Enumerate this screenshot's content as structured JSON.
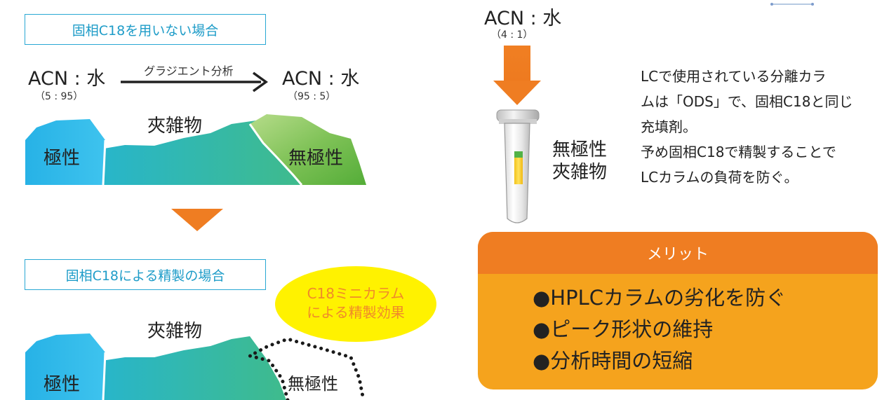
{
  "left": {
    "box1_label": "固相C18を用いない場合",
    "box2_label": "固相C18による精製の場合",
    "acn_start": "ACN : 水",
    "ratio_start": "（5 : 95）",
    "acn_end": "ACN : 水",
    "ratio_end": "（95 : 5）",
    "gradient_label": "グラジエント分析",
    "impurity_top": "夾雑物",
    "impurity_bottom": "夾雑物",
    "polar_top": "極性",
    "nonpolar_top": "無極性",
    "polar_bottom": "極性",
    "nonpolar_bottom": "無極性",
    "bubble_line1": "C18ミニカラム",
    "bubble_line2": "による精製効果"
  },
  "right": {
    "acn_label": "ACN : 水",
    "ratio_label": "（4 : 1）",
    "column_label_line1": "無極性",
    "column_label_line2": "夾雑物",
    "desc_lines": [
      "LCで使用されている分離カラ",
      "ムは「ODS」で、固相C18と同じ",
      "充填剤。",
      "予め固相C18で精製することで",
      "LCカラムの負荷を防ぐ。"
    ],
    "merit": {
      "title": "メリット",
      "items": [
        "●HPLCカラムの劣化を防ぐ",
        "●ピーク形状の維持",
        "●分析時間の短縮"
      ]
    }
  },
  "colors": {
    "orange": "#ef7d22",
    "merit_body": "#f5a31d",
    "blue": "#29b6e8",
    "teal": "#2fb8a0",
    "green": "#5bb33f",
    "yellow": "#fff200",
    "label_blue": "#1e9cc8"
  }
}
